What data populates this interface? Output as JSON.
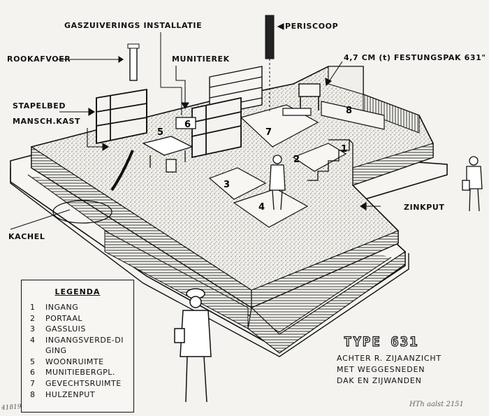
{
  "labels": {
    "gaszuiverings": "GASZUIVERINGS INSTALLATIE",
    "periscoop": "PERISCOOP",
    "rookafvoer": "ROOKAFVOER",
    "munitierek": "MUNITIEREK",
    "festungspak": "4,7 CM (t) FESTUNGSPAK 631\"",
    "stapelbed": "STAPELBED",
    "mansch_kast": "MANSCH.KAST",
    "kachel": "KACHEL",
    "zinkput": "ZINKPUT"
  },
  "room_numbers": [
    "1",
    "2",
    "3",
    "4",
    "5",
    "6",
    "7",
    "8"
  ],
  "legend": {
    "title": "LEGENDA",
    "items": [
      {
        "key": "1",
        "text": "INGANG"
      },
      {
        "key": "2",
        "text": "PORTAAL"
      },
      {
        "key": "3",
        "text": "GASSLUIS"
      },
      {
        "key": "4",
        "text": "INGANGSVERDE-DIGING"
      },
      {
        "key": "5",
        "text": "WOONRUIMTE"
      },
      {
        "key": "6",
        "text": "MUNITIEBERGPL."
      },
      {
        "key": "7",
        "text": "GEVECHTSRUIMTE"
      },
      {
        "key": "8",
        "text": "HULZENPUT"
      }
    ]
  },
  "title": "TYPE 631",
  "subtitle": [
    "ACHTER R. ZIJAANZICHT",
    "MET WEGGESNEDEN",
    "DAK EN ZIJWANDEN"
  ],
  "signature": "HTh aalst 2151",
  "catalog_number": "41819"
}
